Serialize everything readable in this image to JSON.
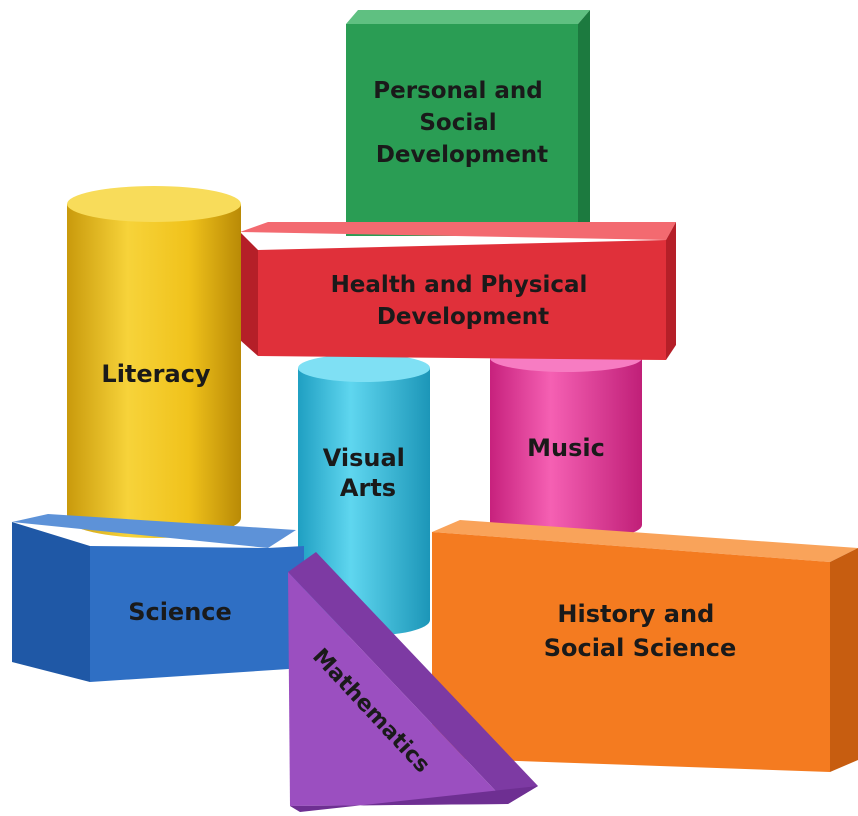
{
  "blocks": {
    "personal": {
      "label": [
        "Personal and",
        "Social",
        "Development"
      ],
      "color": "#2a9d54"
    },
    "health": {
      "label": [
        "Health and Physical",
        "Development"
      ],
      "color": "#e0303a"
    },
    "literacy": {
      "label": [
        "Literacy"
      ],
      "color": "#f2c71f"
    },
    "visual_arts": {
      "label": [
        "Visual",
        "Arts"
      ],
      "color": "#35c4e3"
    },
    "music": {
      "label": [
        "Music"
      ],
      "color": "#ee3fa0"
    },
    "science": {
      "label": [
        "Science"
      ],
      "color": "#2f6fc4"
    },
    "history": {
      "label": [
        "History and",
        "Social Science"
      ],
      "color": "#f47b20"
    },
    "mathematics": {
      "label": [
        "Mathematics"
      ],
      "color": "#9b4fc0"
    }
  }
}
